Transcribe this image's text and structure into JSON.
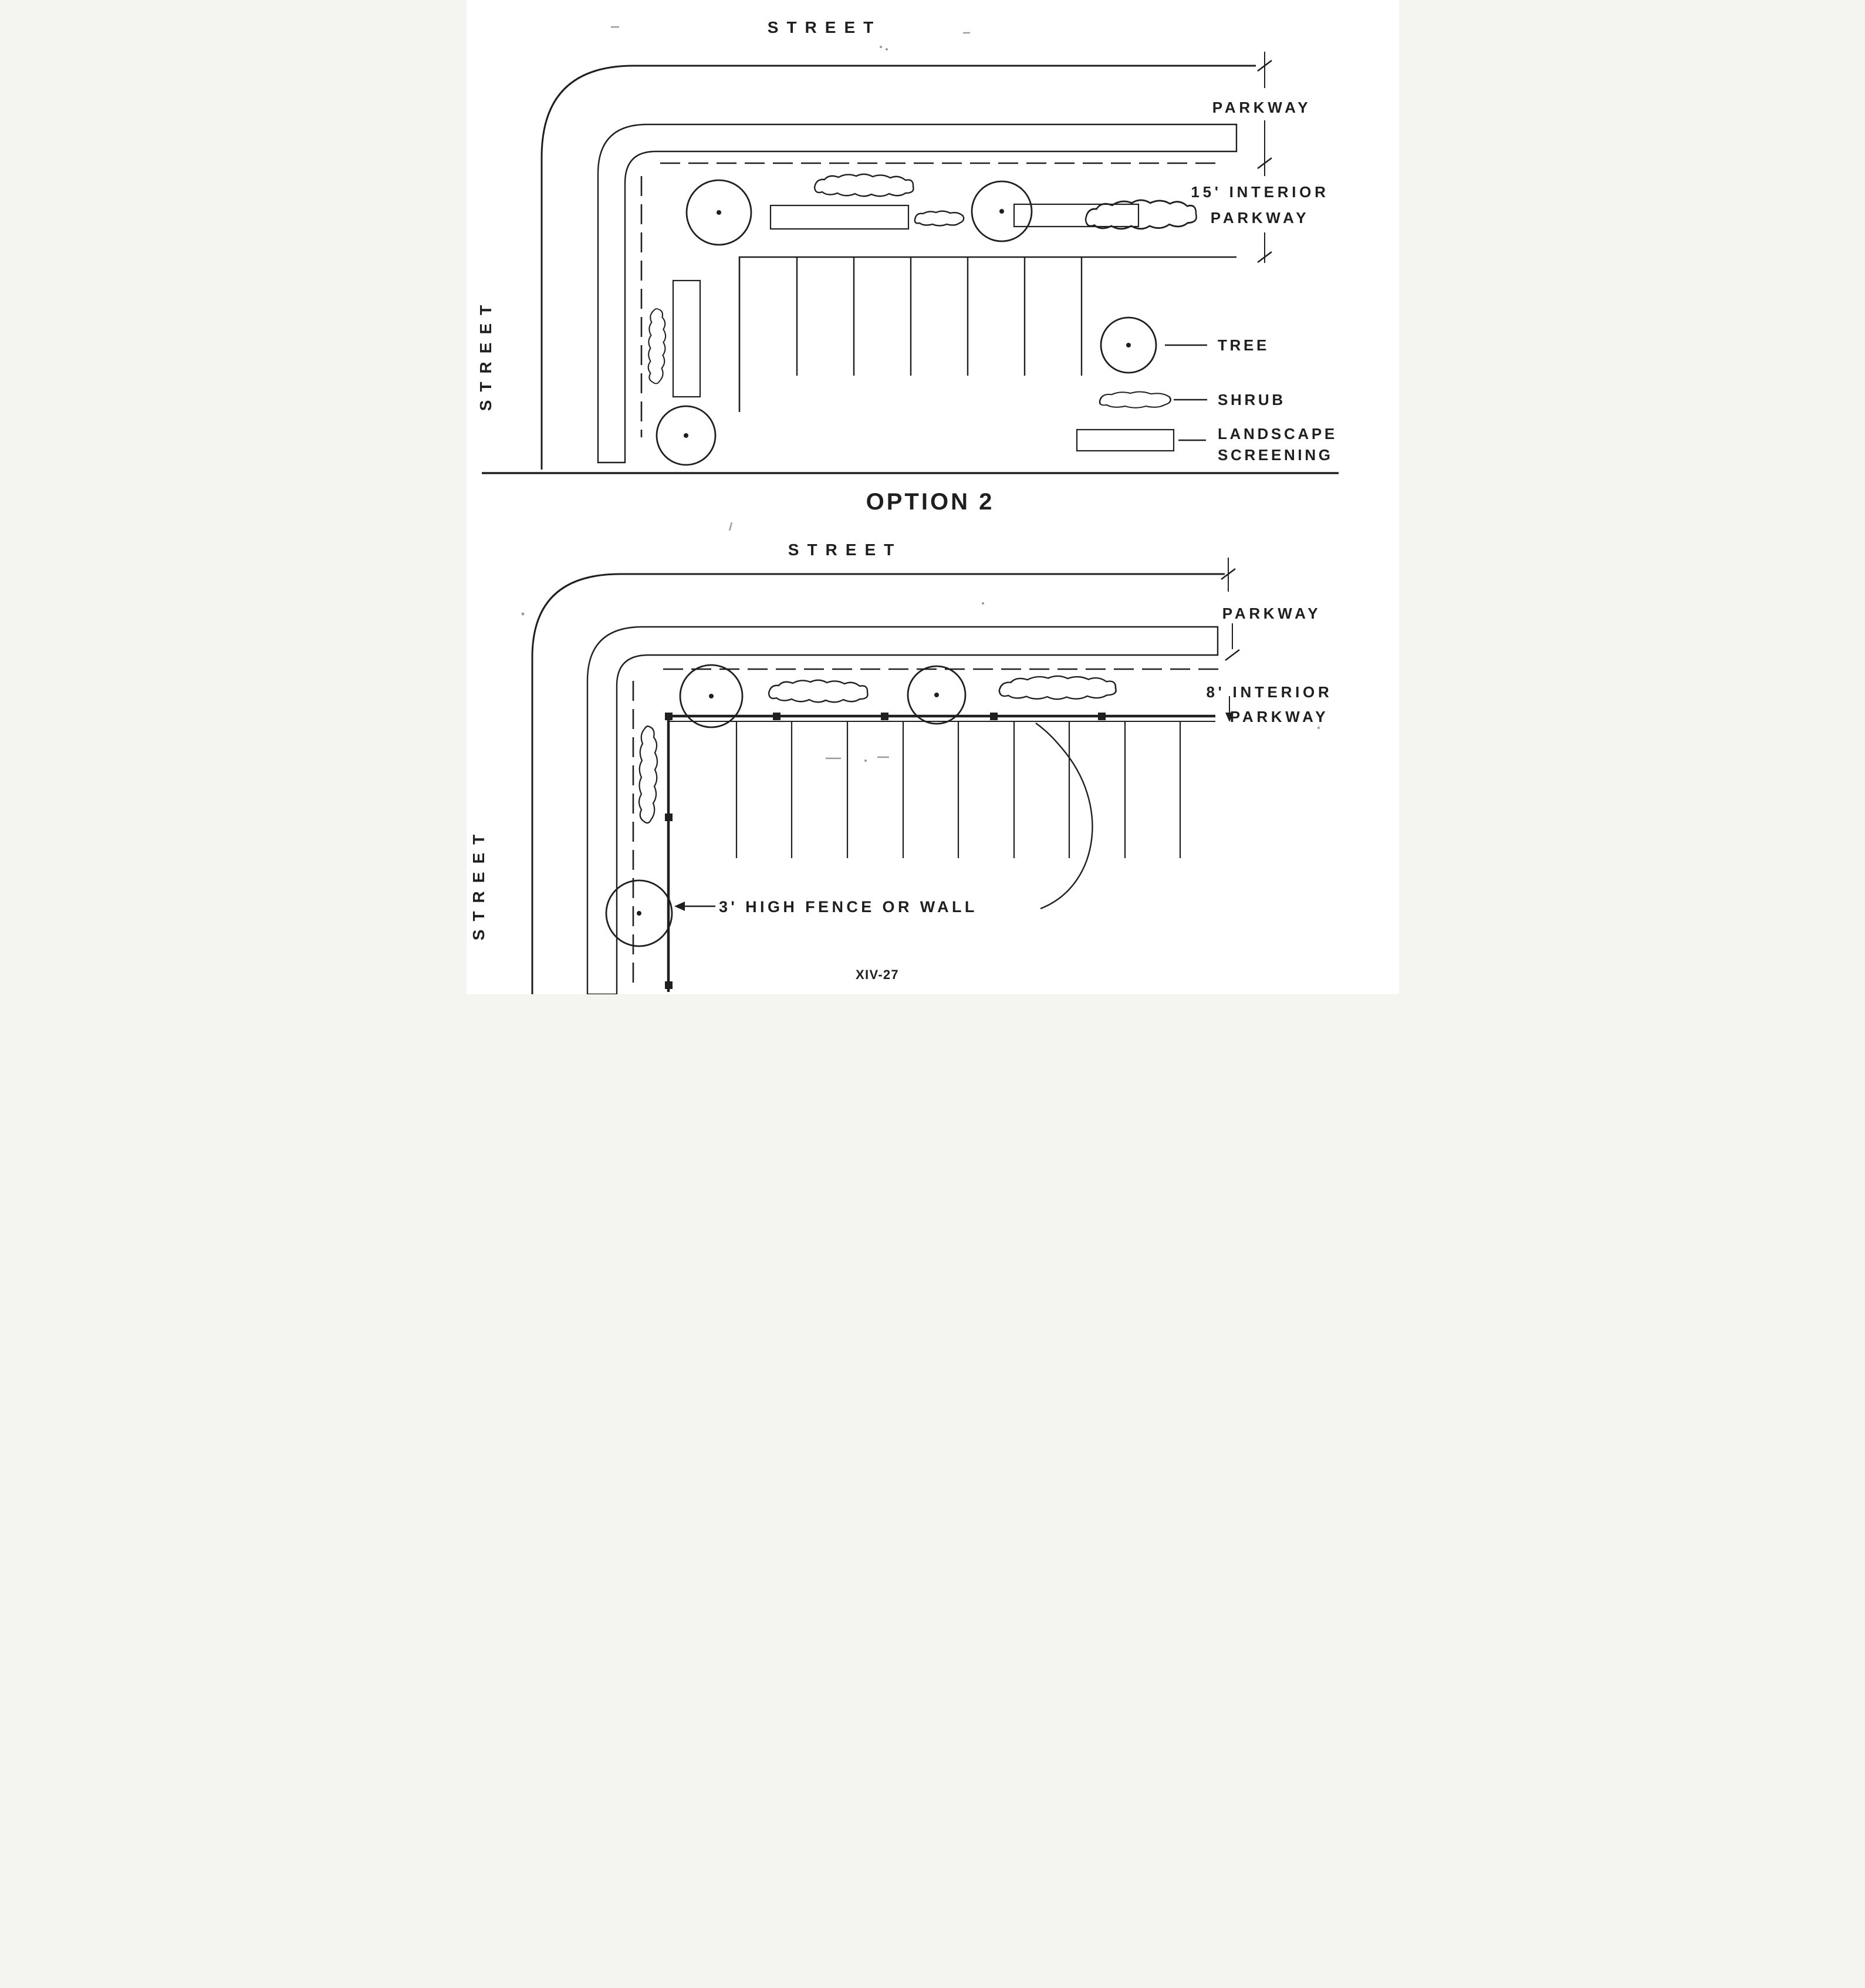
{
  "doc": {
    "option_title": "OPTION 2",
    "page_number": "XIV-27"
  },
  "diagram_option1": {
    "street_top_label": "STREET",
    "street_left_label": "STREET",
    "parkway_label": "PARKWAY",
    "interior_parkway_line1": "15' INTERIOR",
    "interior_parkway_line2": "PARKWAY",
    "legend": {
      "tree_label": "TREE",
      "shrub_label": "SHRUB",
      "screening_line1": "LANDSCAPE",
      "screening_line2": "SCREENING"
    }
  },
  "diagram_option2": {
    "street_top_label": "STREET",
    "street_left_label": "STREET",
    "parkway_label": "PARKWAY",
    "interior_parkway_line1": "8' INTERIOR",
    "interior_parkway_line2": "PARKWAY",
    "fence_label": "3' HIGH FENCE OR WALL"
  },
  "colors": {
    "ink": "#1f1f1f",
    "paper": "#ffffff"
  }
}
